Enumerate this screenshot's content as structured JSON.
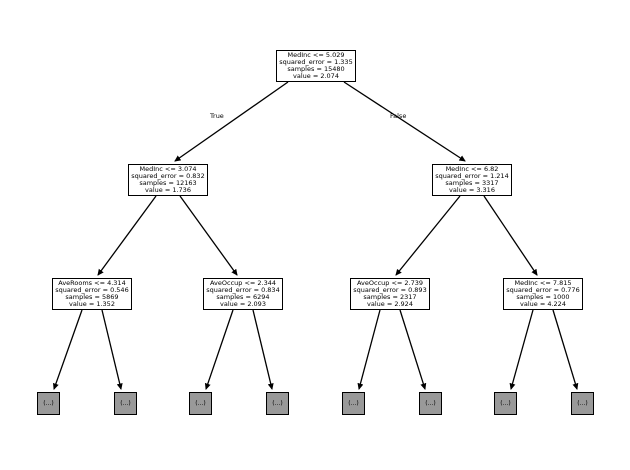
{
  "figure": {
    "background": "#ffffff",
    "node_fill": "#ffffff",
    "node_border": "#000000",
    "leaf_fill": "#999999",
    "edge_color": "#000000"
  },
  "edge_labels": {
    "true_label": "True",
    "false_label": "False"
  },
  "tree": {
    "type": "decision-tree-regression",
    "nodes": [
      {
        "id": "root",
        "depth": 0,
        "split": "MedInc <= 5.029",
        "error": "squared_error = 1.335",
        "samples": "samples = 15480",
        "value": "value = 2.074"
      },
      {
        "id": "left",
        "depth": 1,
        "split": "MedInc <= 3.074",
        "error": "squared_error = 0.832",
        "samples": "samples = 12163",
        "value": "value = 1.736"
      },
      {
        "id": "right",
        "depth": 1,
        "split": "MedInc <= 6.82",
        "error": "squared_error = 1.214",
        "samples": "samples = 3317",
        "value": "value = 3.316"
      },
      {
        "id": "left-left",
        "depth": 2,
        "split": "AveRooms <= 4.314",
        "error": "squared_error = 0.546",
        "samples": "samples = 5869",
        "value": "value = 1.352"
      },
      {
        "id": "left-right",
        "depth": 2,
        "split": "AveOccup <= 2.344",
        "error": "squared_error = 0.834",
        "samples": "samples = 6294",
        "value": "value = 2.093"
      },
      {
        "id": "right-left",
        "depth": 2,
        "split": "AveOccup <= 2.739",
        "error": "squared_error = 0.893",
        "samples": "samples = 2317",
        "value": "value = 2.924"
      },
      {
        "id": "right-right",
        "depth": 2,
        "split": "MedInc <= 7.815",
        "error": "squared_error = 0.776",
        "samples": "samples = 1000",
        "value": "value = 4.224"
      }
    ],
    "leaves": [
      {
        "label": "(...)"
      },
      {
        "label": "(...)"
      },
      {
        "label": "(...)"
      },
      {
        "label": "(...)"
      },
      {
        "label": "(...)"
      },
      {
        "label": "(...)"
      },
      {
        "label": "(...)"
      },
      {
        "label": "(...)"
      }
    ]
  }
}
